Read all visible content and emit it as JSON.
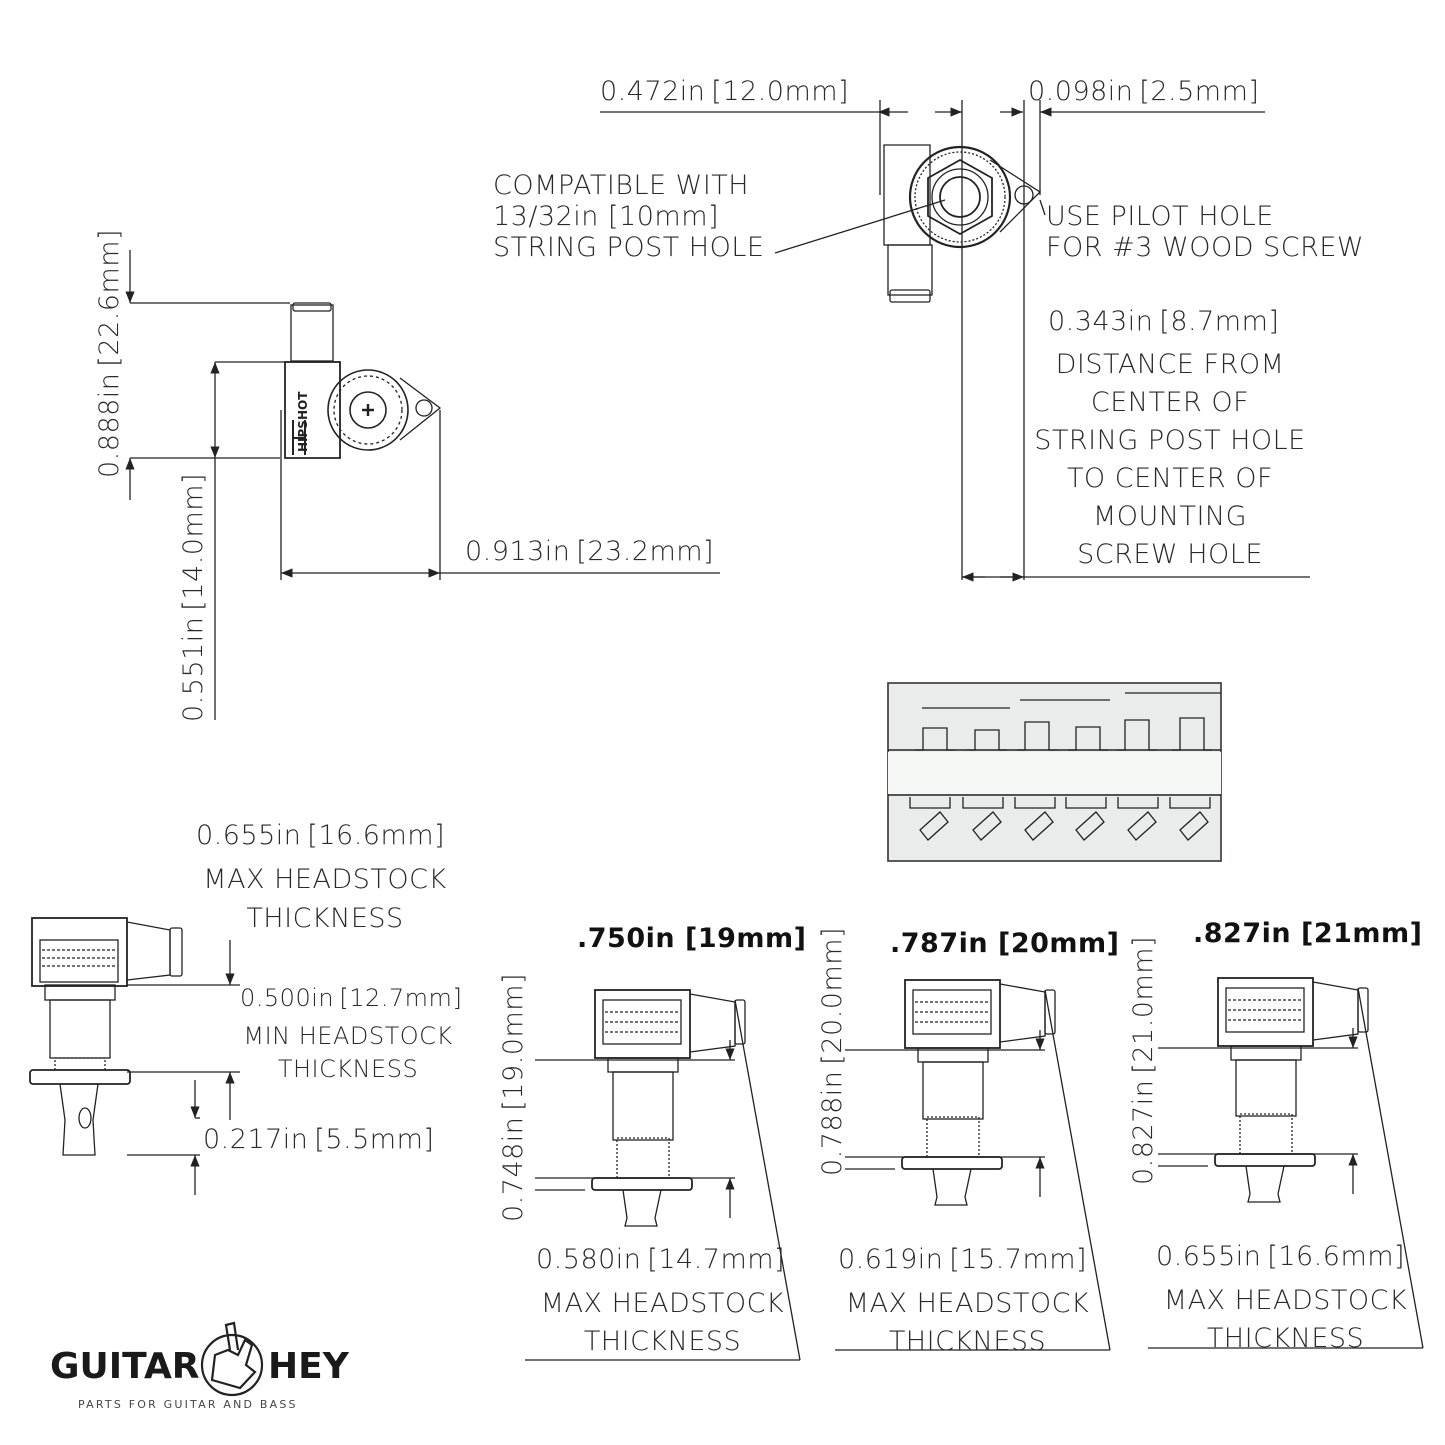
{
  "top_view": {
    "dim_width": "0.472in [12.0mm]",
    "dim_offset": "0.098in [2.5mm]",
    "compat_lines": [
      "COMPATIBLE WITH",
      "13/32in [10mm]",
      "STRING POST HOLE"
    ],
    "pilot_lines": [
      "USE PILOT HOLE",
      "FOR #3 WOOD SCREW"
    ],
    "dim_distance": "0.343in [8.7mm]",
    "distance_lines": [
      "DISTANCE FROM",
      "CENTER OF",
      "STRING POST HOLE",
      "TO CENTER OF",
      "MOUNTING",
      "SCREW HOLE"
    ]
  },
  "side_view": {
    "brand": "HIPSHOT",
    "dim_height": "0.888in [22.6mm]",
    "dim_center": "0.551in [14.0mm]",
    "dim_length": "0.913in [23.2mm]"
  },
  "headstock_view": {
    "dim_max": "0.655in [16.6mm]",
    "max_lines": [
      "MAX HEADSTOCK",
      "THICKNESS"
    ],
    "dim_min": "0.500in [12.7mm]",
    "min_lines": [
      "MIN HEADSTOCK",
      "THICKNESS"
    ],
    "dim_bottom": "0.217in [5.5mm]"
  },
  "variants": [
    {
      "title": ".750in [19mm]",
      "side_dim": "0.748in [19.0mm]",
      "max_dim": "0.580in [14.7mm]",
      "caption": [
        "MAX HEADSTOCK",
        "THICKNESS"
      ]
    },
    {
      "title": ".787in [20mm]",
      "side_dim": "0.788in [20.0mm]",
      "max_dim": "0.619in [15.7mm]",
      "caption": [
        "MAX HEADSTOCK",
        "THICKNESS"
      ]
    },
    {
      "title": ".827in [21mm]",
      "side_dim": "0.827in [21.0mm]",
      "max_dim": "0.655in [16.6mm]",
      "caption": [
        "MAX HEADSTOCK",
        "THICKNESS"
      ]
    }
  ],
  "logo": {
    "left": "GUITAR",
    "right": "HEY",
    "tagline": "PARTS FOR GUITAR AND BASS"
  }
}
